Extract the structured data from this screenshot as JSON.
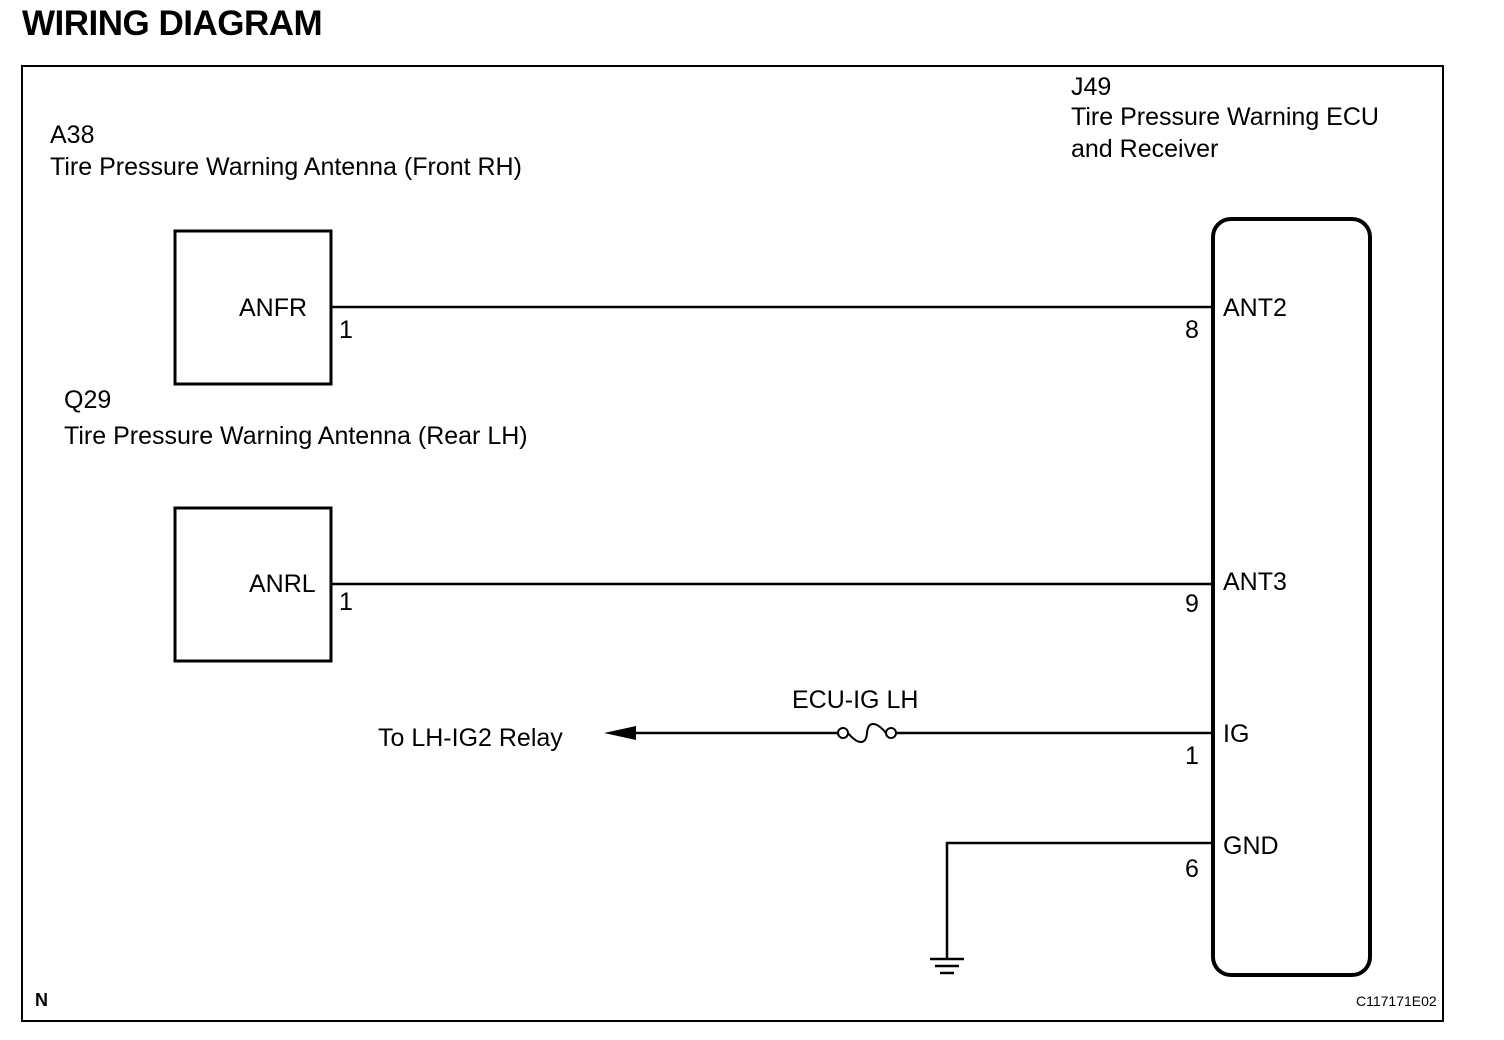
{
  "title": "WIRING DIAGRAM",
  "components": {
    "a38": {
      "code": "A38",
      "name": "Tire Pressure Warning Antenna (Front RH)",
      "terminal": "ANFR",
      "pin": "1"
    },
    "q29": {
      "code": "Q29",
      "name": "Tire Pressure Warning Antenna (Rear LH)",
      "terminal": "ANRL",
      "pin": "1"
    },
    "j49": {
      "code": "J49",
      "name_line1": "Tire Pressure Warning ECU",
      "name_line2": "and Receiver",
      "terminals": {
        "ant2": {
          "label": "ANT2",
          "pin": "8"
        },
        "ant3": {
          "label": "ANT3",
          "pin": "9"
        },
        "ig": {
          "label": "IG",
          "pin": "1"
        },
        "gnd": {
          "label": "GND",
          "pin": "6"
        }
      }
    }
  },
  "fuse": {
    "label": "ECU-IG LH"
  },
  "relay_label": "To LH-IG2 Relay",
  "corner_mark": "N",
  "figure_code": "C117171E02"
}
